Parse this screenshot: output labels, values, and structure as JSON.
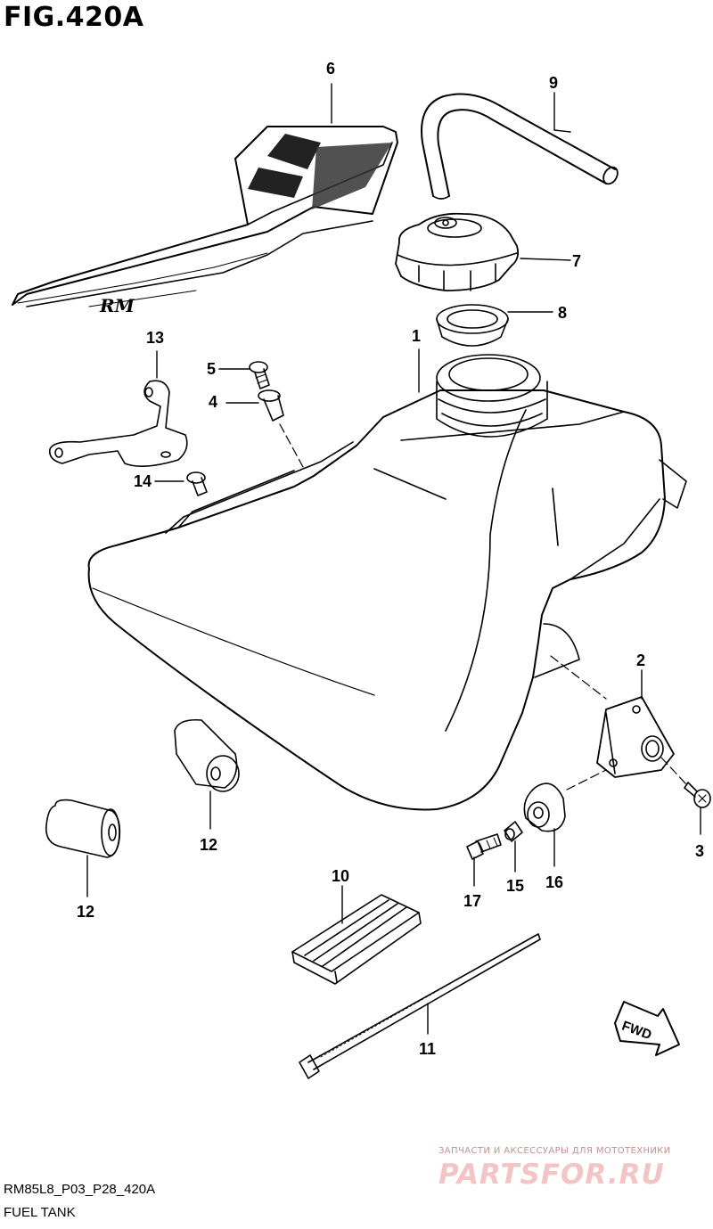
{
  "figure_title": "FIG.420A",
  "callouts": {
    "c1": "1",
    "c2": "2",
    "c3": "3",
    "c4": "4",
    "c5": "5",
    "c6": "6",
    "c7": "7",
    "c8": "8",
    "c9": "9",
    "c10": "10",
    "c11": "11",
    "c12a": "12",
    "c12b": "12",
    "c13": "13",
    "c14": "14",
    "c15": "15",
    "c16": "16",
    "c17": "17"
  },
  "fwd_label": "FWD",
  "decal_logo_text": "RM",
  "footer": {
    "code": "RM85L8_P03_P28_420A",
    "name": "FUEL TANK"
  },
  "watermark": {
    "tagline": "ЗАПЧАСТИ И АКСЕССУАРЫ ДЛЯ МОТОТЕХНИКИ",
    "brand": "PARTSFOR.RU"
  }
}
